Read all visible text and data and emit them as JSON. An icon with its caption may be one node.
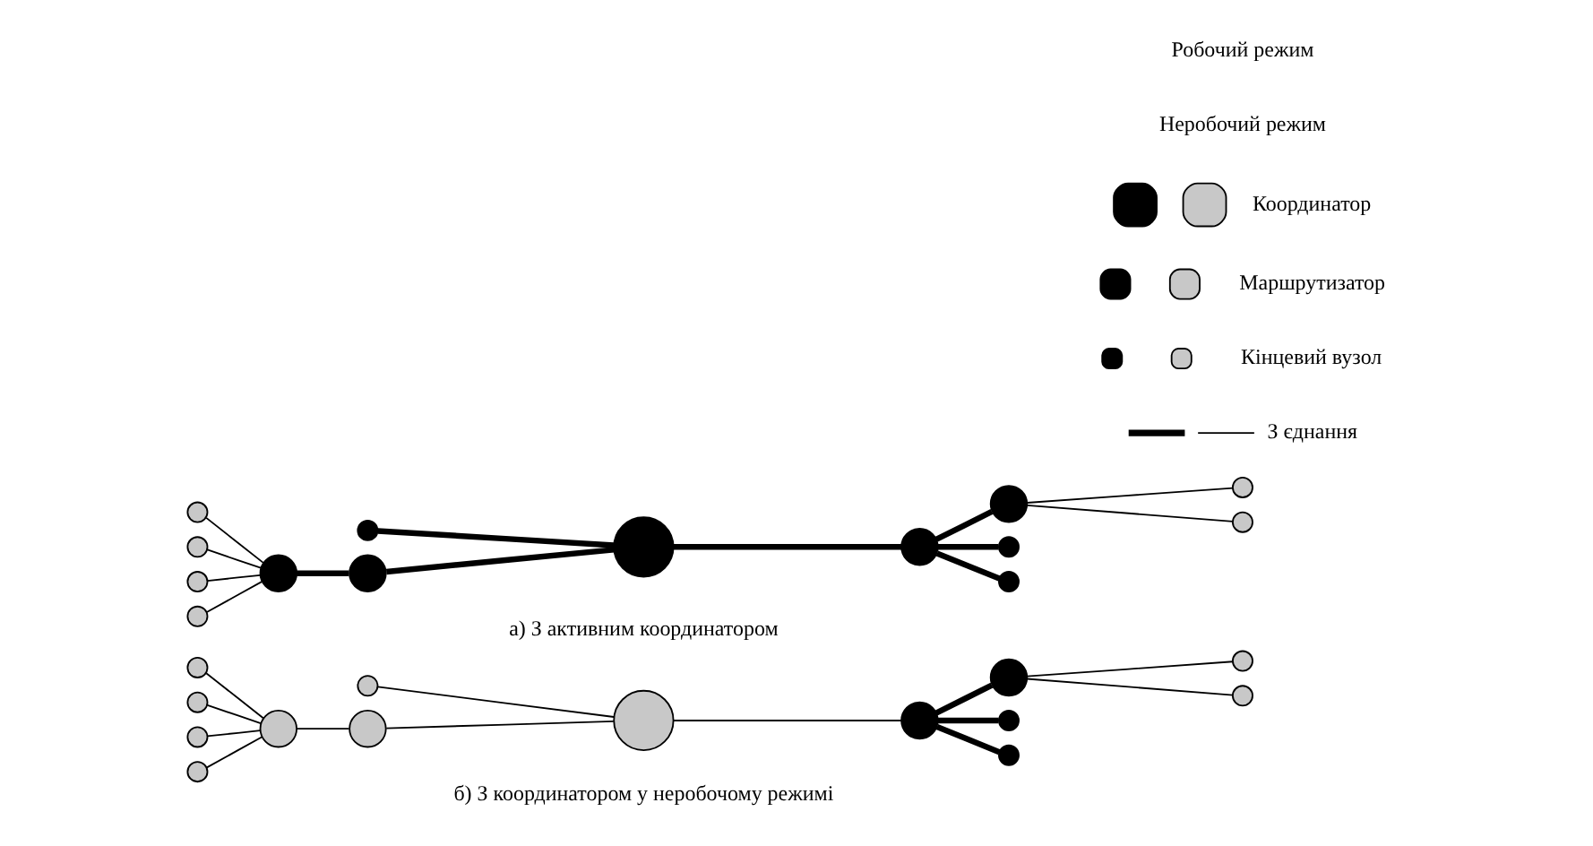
{
  "diagram": {
    "nodes": [
      {
        "text": [],
        "shape": "circle"
      },
      {
        "text": [],
        "shape": "circle"
      },
      {
        "text": [],
        "shape": "circle"
      },
      {
        "text": [],
        "shape": "circle"
      },
      {
        "text": [],
        "shape": "circle"
      },
      {
        "text": [],
        "shape": "circle"
      },
      {
        "text": [],
        "shape": "circle"
      },
      {
        "text": [],
        "shape": "circle"
      },
      {
        "text": [],
        "shape": "circle"
      },
      {
        "text": [],
        "shape": "circle"
      },
      {
        "text": [],
        "shape": "circle"
      },
      {
        "text": [],
        "shape": "circle"
      },
      {
        "text": [],
        "shape": "circle"
      },
      {
        "text": [],
        "shape": "circle"
      },
      {
        "text": [],
        "shape": "circle"
      },
      {
        "text": [],
        "shape": "circle"
      },
      {
        "text": [],
        "shape": "circle"
      },
      {
        "text": [],
        "shape": "circle"
      },
      {
        "text": [],
        "shape": "circle"
      },
      {
        "text": [],
        "shape": "circle"
      },
      {
        "text": [],
        "shape": "circle"
      },
      {
        "text": [],
        "shape": "circle"
      },
      {
        "text": [],
        "shape": "circle"
      },
      {
        "text": [],
        "shape": "circle"
      },
      {
        "text": [],
        "shape": "circle"
      },
      {
        "text": [],
        "shape": "circle"
      },
      {
        "text": [],
        "shape": "circle"
      },
      {
        "text": [],
        "shape": "circle"
      }
    ],
    "edges": [
      {
        "from": 0,
        "to": 4,
        "arrow": "none"
      },
      {
        "from": 1,
        "to": 4,
        "arrow": "none"
      },
      {
        "from": 2,
        "to": 4,
        "arrow": "none"
      },
      {
        "from": 3,
        "to": 4,
        "arrow": "none"
      },
      {
        "from": 4,
        "to": 5,
        "arrow": "none",
        "style": "thick"
      },
      {
        "from": 5,
        "to": 7,
        "arrow": "none",
        "style": "thick"
      },
      {
        "from": 6,
        "to": 7,
        "arrow": "none",
        "style": "thick"
      },
      {
        "from": 7,
        "to": 9,
        "arrow": "none",
        "style": "thick"
      },
      {
        "from": 9,
        "to": 8,
        "arrow": "none",
        "style": "thick"
      },
      {
        "from": 9,
        "to": 10,
        "arrow": "none",
        "style": "thick"
      },
      {
        "from": 9,
        "to": 11,
        "arrow": "none",
        "style": "thick"
      },
      {
        "from": 11,
        "to": 12,
        "arrow": "none"
      },
      {
        "from": 11,
        "to": 13,
        "arrow": "none"
      },
      {
        "from": 14,
        "to": 18,
        "arrow": "none"
      },
      {
        "from": 15,
        "to": 18,
        "arrow": "none"
      },
      {
        "from": 16,
        "to": 18,
        "arrow": "none"
      },
      {
        "from": 17,
        "to": 18,
        "arrow": "none"
      },
      {
        "from": 18,
        "to": 19,
        "arrow": "none"
      },
      {
        "from": 19,
        "to": 21,
        "arrow": "none"
      },
      {
        "from": 20,
        "to": 21,
        "arrow": "none"
      },
      {
        "from": 21,
        "to": 23,
        "arrow": "none"
      },
      {
        "from": 23,
        "to": 22,
        "arrow": "none",
        "style": "thick"
      },
      {
        "from": 23,
        "to": 24,
        "arrow": "none",
        "style": "thick"
      },
      {
        "from": 23,
        "to": 25,
        "arrow": "none",
        "style": "thick"
      },
      {
        "from": 25,
        "to": 26,
        "arrow": "none"
      },
      {
        "from": 25,
        "to": 27,
        "arrow": "none"
      }
    ],
    "labels": [
      "Робочий режим",
      "Неробочий режим",
      "а) З активним координатором",
      "б) З координатором у неробочому режимі"
    ],
    "legend": [
      {
        "text": "Координатор"
      },
      {
        "text": "Маршрутизатор"
      },
      {
        "text": "Кінцевий вузол"
      },
      {
        "text": "З єднання"
      }
    ]
  }
}
